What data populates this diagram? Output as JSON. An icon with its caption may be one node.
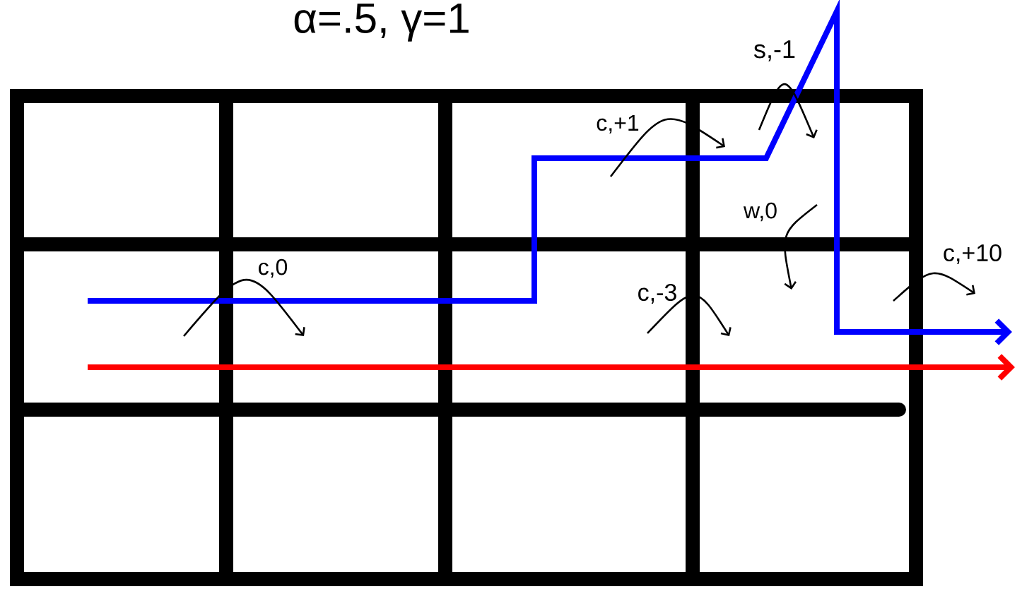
{
  "diagram": {
    "labels": [
      "α=.5, γ=1",
      "s,-1",
      "c,+1",
      "w,0",
      "c,0",
      "c,-3",
      "c,+10"
    ]
  }
}
